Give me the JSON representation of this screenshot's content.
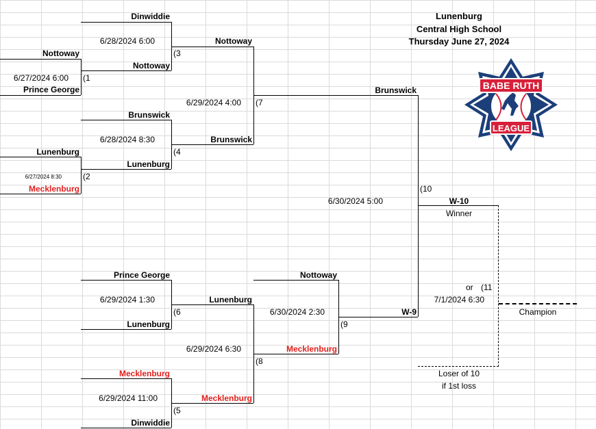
{
  "header": {
    "line1": "Lunenburg",
    "line2": "Central High School",
    "line3": "Thursday June 27, 2024"
  },
  "logo": {
    "top_text": "BABE RUTH",
    "bottom_text": "LEAGUE",
    "colors": {
      "navy": "#1c3f7a",
      "red": "#d8203a",
      "white": "#ffffff"
    }
  },
  "teams": {
    "dinwiddie_top": "Dinwiddie",
    "nottoway_g1": "Nottoway",
    "prince_george_g1": "Prince George",
    "nottoway_w1": "Nottoway",
    "nottoway_w3": "Nottoway",
    "brunswick_top": "Brunswick",
    "brunswick_w4": "Brunswick",
    "lunenburg_g2": "Lunenburg",
    "mecklenburg_g2": "Mecklenburg",
    "lunenburg_w2": "Lunenburg",
    "brunswick_w7": "Brunswick",
    "w10": "W-10",
    "winner": "Winner",
    "prince_george_l": "Prince George",
    "lunenburg_l": "Lunenburg",
    "lunenburg_w6": "Lunenburg",
    "nottoway_l": "Nottoway",
    "mecklenburg_w8": "Mecklenburg",
    "w9": "W-9",
    "mecklenburg_l": "Mecklenburg",
    "mecklenburg_w5": "Mecklenburg",
    "dinwiddie_l": "Dinwiddie",
    "champion": "Champion",
    "loser_of_10": "Loser of 10",
    "if_first_loss": "if 1st loss"
  },
  "games": {
    "g1": {
      "num": "(1",
      "time": "6/27/2024 6:00"
    },
    "g2": {
      "num": "(2",
      "time": "6/27/2024 8:30"
    },
    "g3": {
      "num": "(3",
      "time": "6/28/2024 6:00"
    },
    "g4": {
      "num": "(4",
      "time": "6/28/2024 8:30"
    },
    "g5": {
      "num": "(5",
      "time": "6/29/2024 11:00"
    },
    "g6": {
      "num": "(6",
      "time": "6/29/2024 1:30"
    },
    "g7": {
      "num": "(7",
      "time": "6/29/2024 4:00"
    },
    "g8": {
      "num": "(8",
      "time": "6/29/2024 6:30"
    },
    "g9": {
      "num": "(9",
      "time": "6/30/2024 2:30"
    },
    "g10": {
      "num": "(10",
      "time": "6/30/2024 5:00"
    },
    "g11": {
      "num": "(11",
      "time": "7/1/2024 6:30",
      "or": "or"
    }
  }
}
